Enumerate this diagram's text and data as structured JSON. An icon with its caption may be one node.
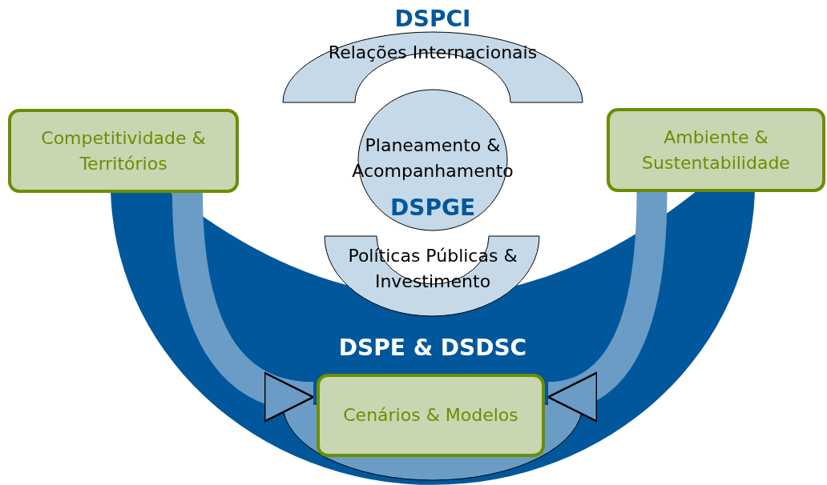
{
  "diagram": {
    "nodes": [
      {
        "text": [
          "DSPE & DSDSC"
        ]
      },
      {
        "text": [
          "DSPCI",
          "Relações Internacionais"
        ]
      },
      {
        "text": [
          "Planeamento & Acompanhamento",
          "DSPGE"
        ]
      },
      {
        "text": [
          "Políticas Públicas & Investimento"
        ]
      },
      {
        "text": [
          "Competitividade & Territórios"
        ]
      },
      {
        "text": [
          "Ambiente & Sustentabilidade"
        ]
      },
      {
        "text": [
          "Cenários & Modelos"
        ],
        "in": 0
      }
    ],
    "edges": [
      {
        "from": 4,
        "to": 6,
        "arrow": "to"
      },
      {
        "from": 5,
        "to": 6,
        "arrow": "to"
      }
    ]
  }
}
